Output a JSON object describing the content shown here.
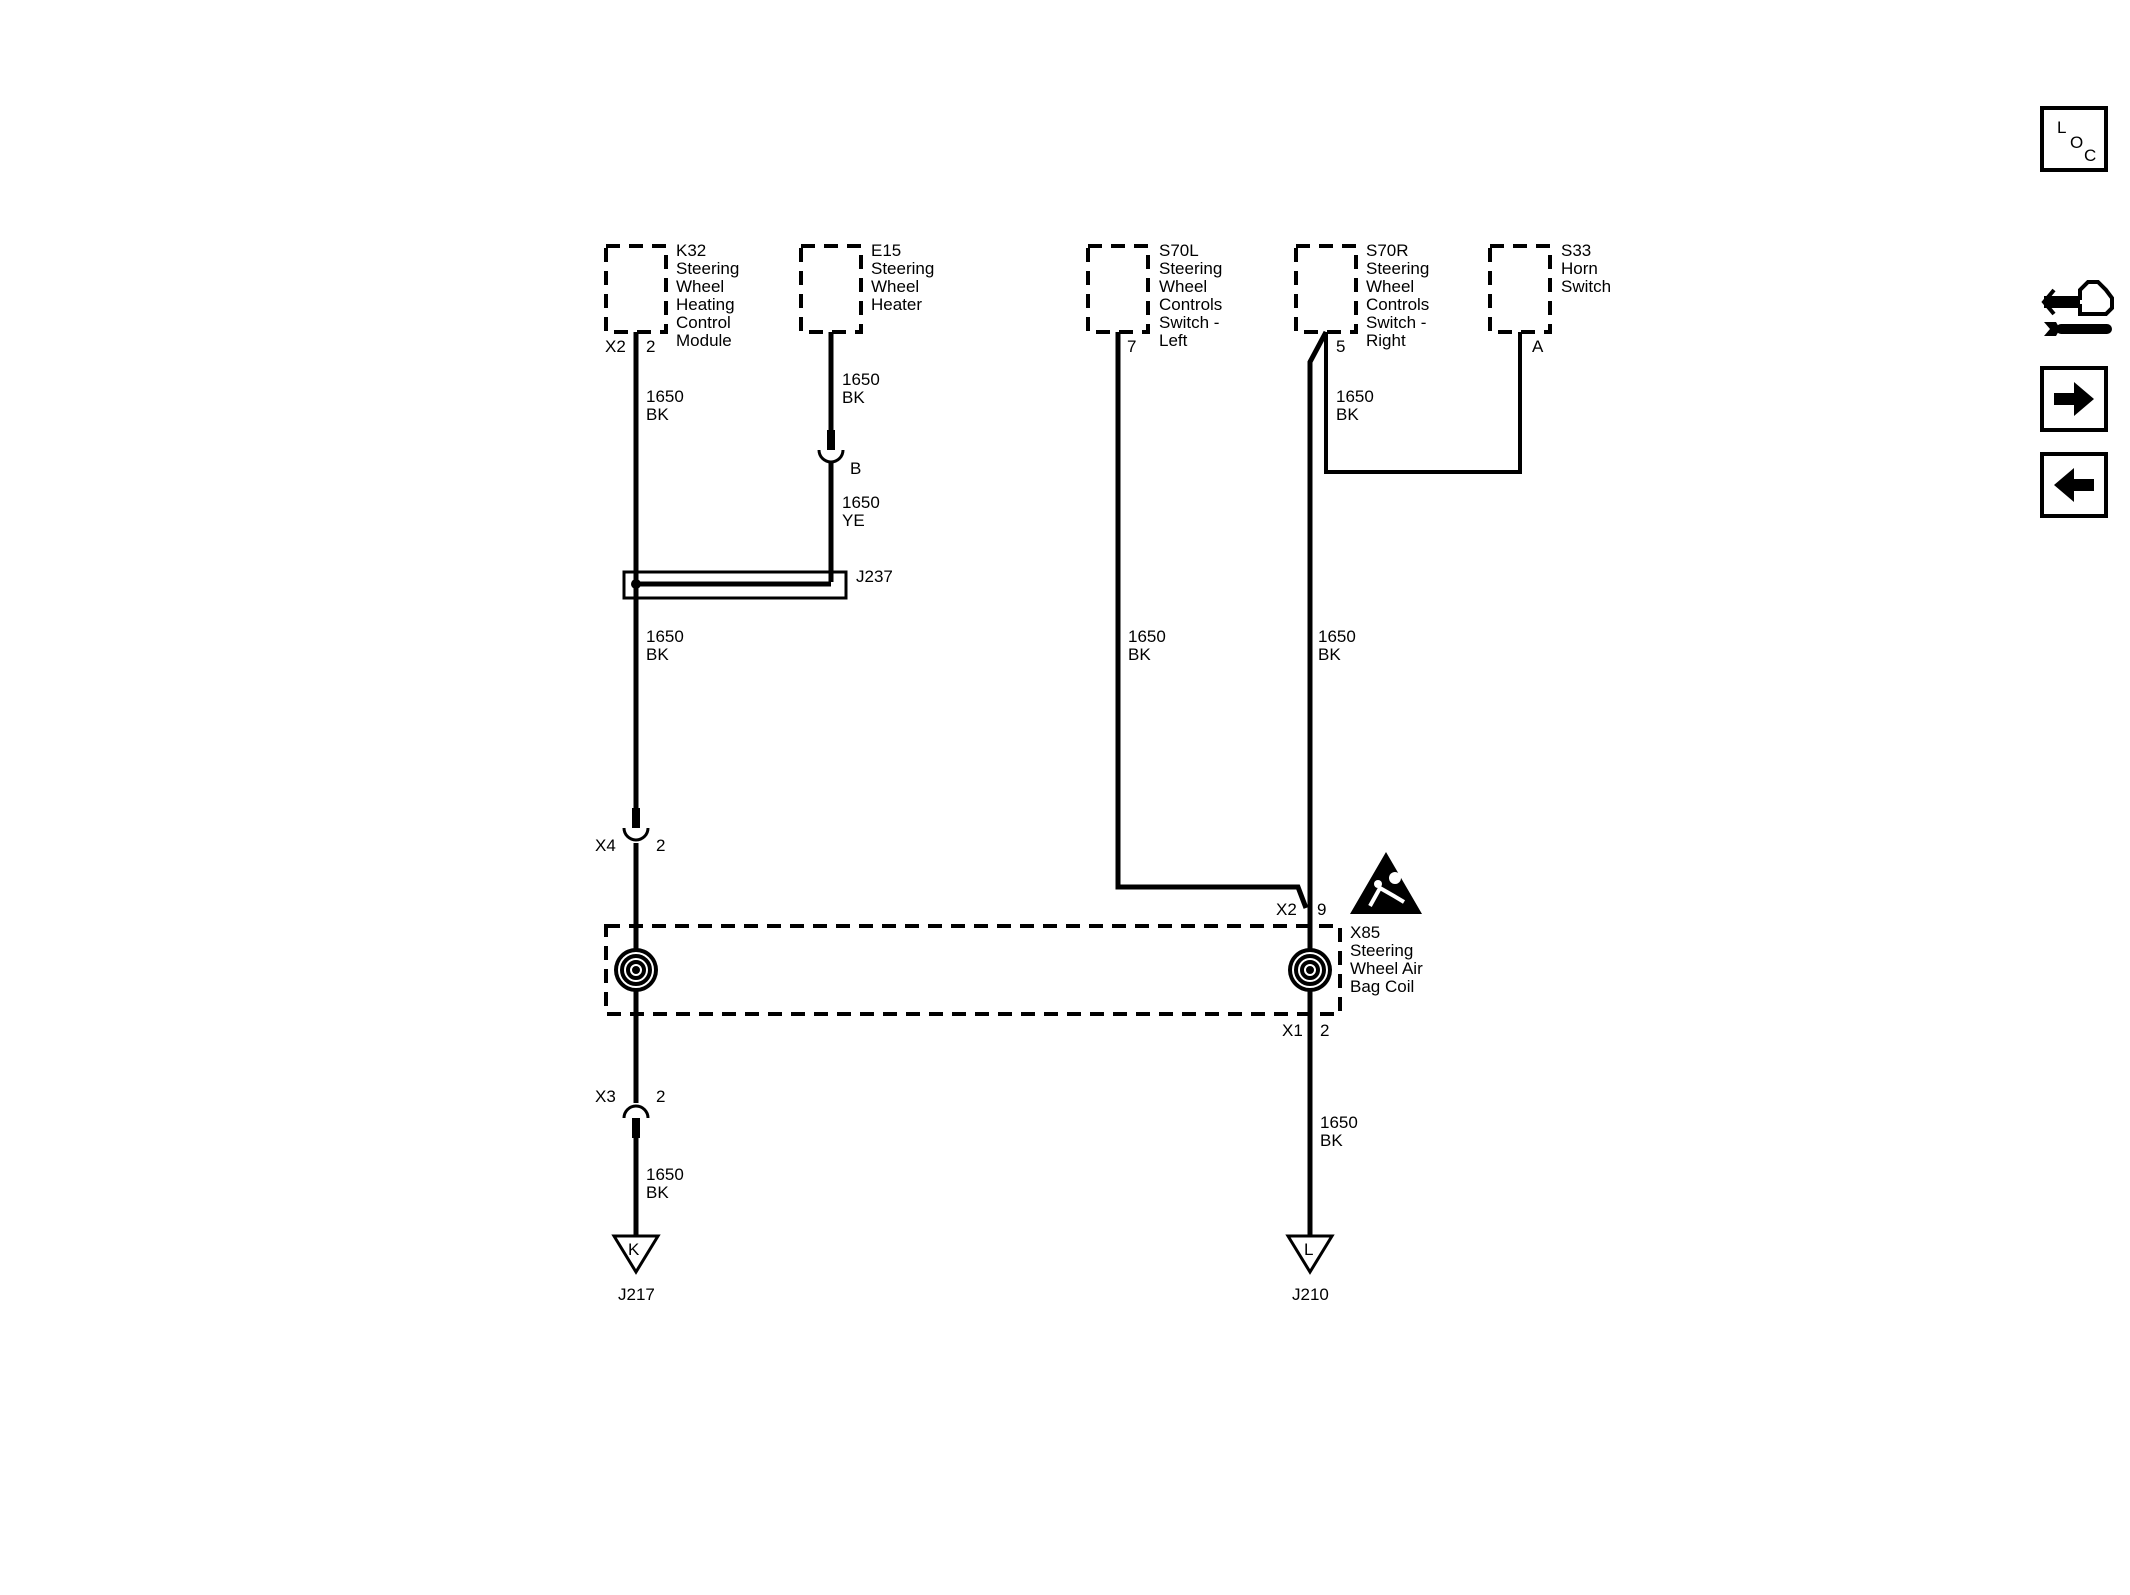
{
  "components": {
    "k32": {
      "ref": "K32",
      "lines": [
        "Steering",
        "Wheel",
        "Heating",
        "Control",
        "Module"
      ]
    },
    "e15": {
      "ref": "E15",
      "lines": [
        "Steering",
        "Wheel",
        "Heater"
      ]
    },
    "s70l": {
      "ref": "S70L",
      "lines": [
        "Steering",
        "Wheel",
        "Controls",
        "Switch -",
        "Left"
      ]
    },
    "s70r": {
      "ref": "S70R",
      "lines": [
        "Steering",
        "Wheel",
        "Controls",
        "Switch -",
        "Right"
      ]
    },
    "s33": {
      "ref": "S33",
      "lines": [
        "Horn",
        "Switch"
      ]
    },
    "x85": {
      "ref": "X85",
      "lines": [
        "Steering",
        "Wheel Air",
        "Bag Coil"
      ]
    }
  },
  "pins": {
    "k32_conn": "X2",
    "k32_pin": "2",
    "e15_conn": "B",
    "s70l_pin": "7",
    "s70r_pin": "5",
    "s33_pin": "A",
    "x4_conn": "X4",
    "x4_pin": "2",
    "x85_x2_conn": "X2",
    "x85_x2_pin": "9",
    "x85_x1_conn": "X1",
    "x85_x1_pin": "2",
    "x3_conn": "X3",
    "x3_pin": "2"
  },
  "wires": {
    "w1": {
      "circuit": "1650",
      "color": "BK"
    },
    "w2": {
      "circuit": "1650",
      "color": "BK"
    },
    "w3": {
      "circuit": "1650",
      "color": "YE"
    },
    "w4": {
      "circuit": "1650",
      "color": "BK"
    },
    "w5": {
      "circuit": "1650",
      "color": "BK"
    },
    "w6": {
      "circuit": "1650",
      "color": "BK"
    },
    "w7": {
      "circuit": "1650",
      "color": "BK"
    },
    "w8": {
      "circuit": "1650",
      "color": "BK"
    },
    "w9": {
      "circuit": "1650",
      "color": "BK"
    }
  },
  "splice": {
    "label": "J237"
  },
  "grounds": {
    "left": {
      "letter": "K",
      "label": "J217"
    },
    "right": {
      "letter": "L",
      "label": "J210"
    }
  },
  "nav": {
    "loc": {
      "l": "L",
      "o": "O",
      "c": "C"
    },
    "icons": [
      "loc-icon",
      "connector-wrench-icon",
      "arrow-right-icon",
      "arrow-left-icon"
    ]
  }
}
